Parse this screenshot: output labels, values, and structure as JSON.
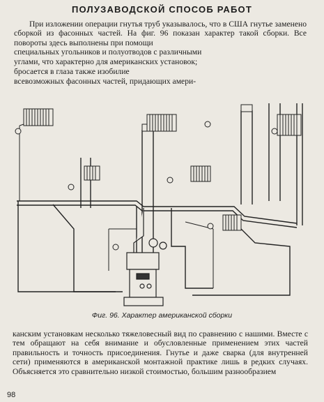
{
  "page": {
    "title": "ПОЛУЗАВОДСКОЙ СПОСОБ РАБОТ",
    "intro_paragraph": "При изложении операции гнутья труб указывалось, что в США гнутье заменено сборкой из фасонных частей. На фиг. 96 показан характер такой сборки. Все повороты здесь выполнены при помощи",
    "wrapped_lines": [
      "специальных угольников и полуотводов с различными",
      "углами, что характерно для американских установок;",
      "бросается в глаза также изобилие",
      "всевозможных фасонных частей, придающих амери-"
    ],
    "figure_caption": "Фиг. 96. Характер американской сборки",
    "outro_paragraph": "канским установкам несколько тяжеловесный вид по сравнению с нашими. Вместе с тем обращают на себя внимание и обусловленные применением этих частей правильность и точность присоединения. Гнутье и даже сварка (для внутренней сети) применяются в американской монтажной практике лишь в редких случаях. Объясняется это сравнительно низкой стоимостью, большим разнообразием",
    "page_number": "98"
  }
}
